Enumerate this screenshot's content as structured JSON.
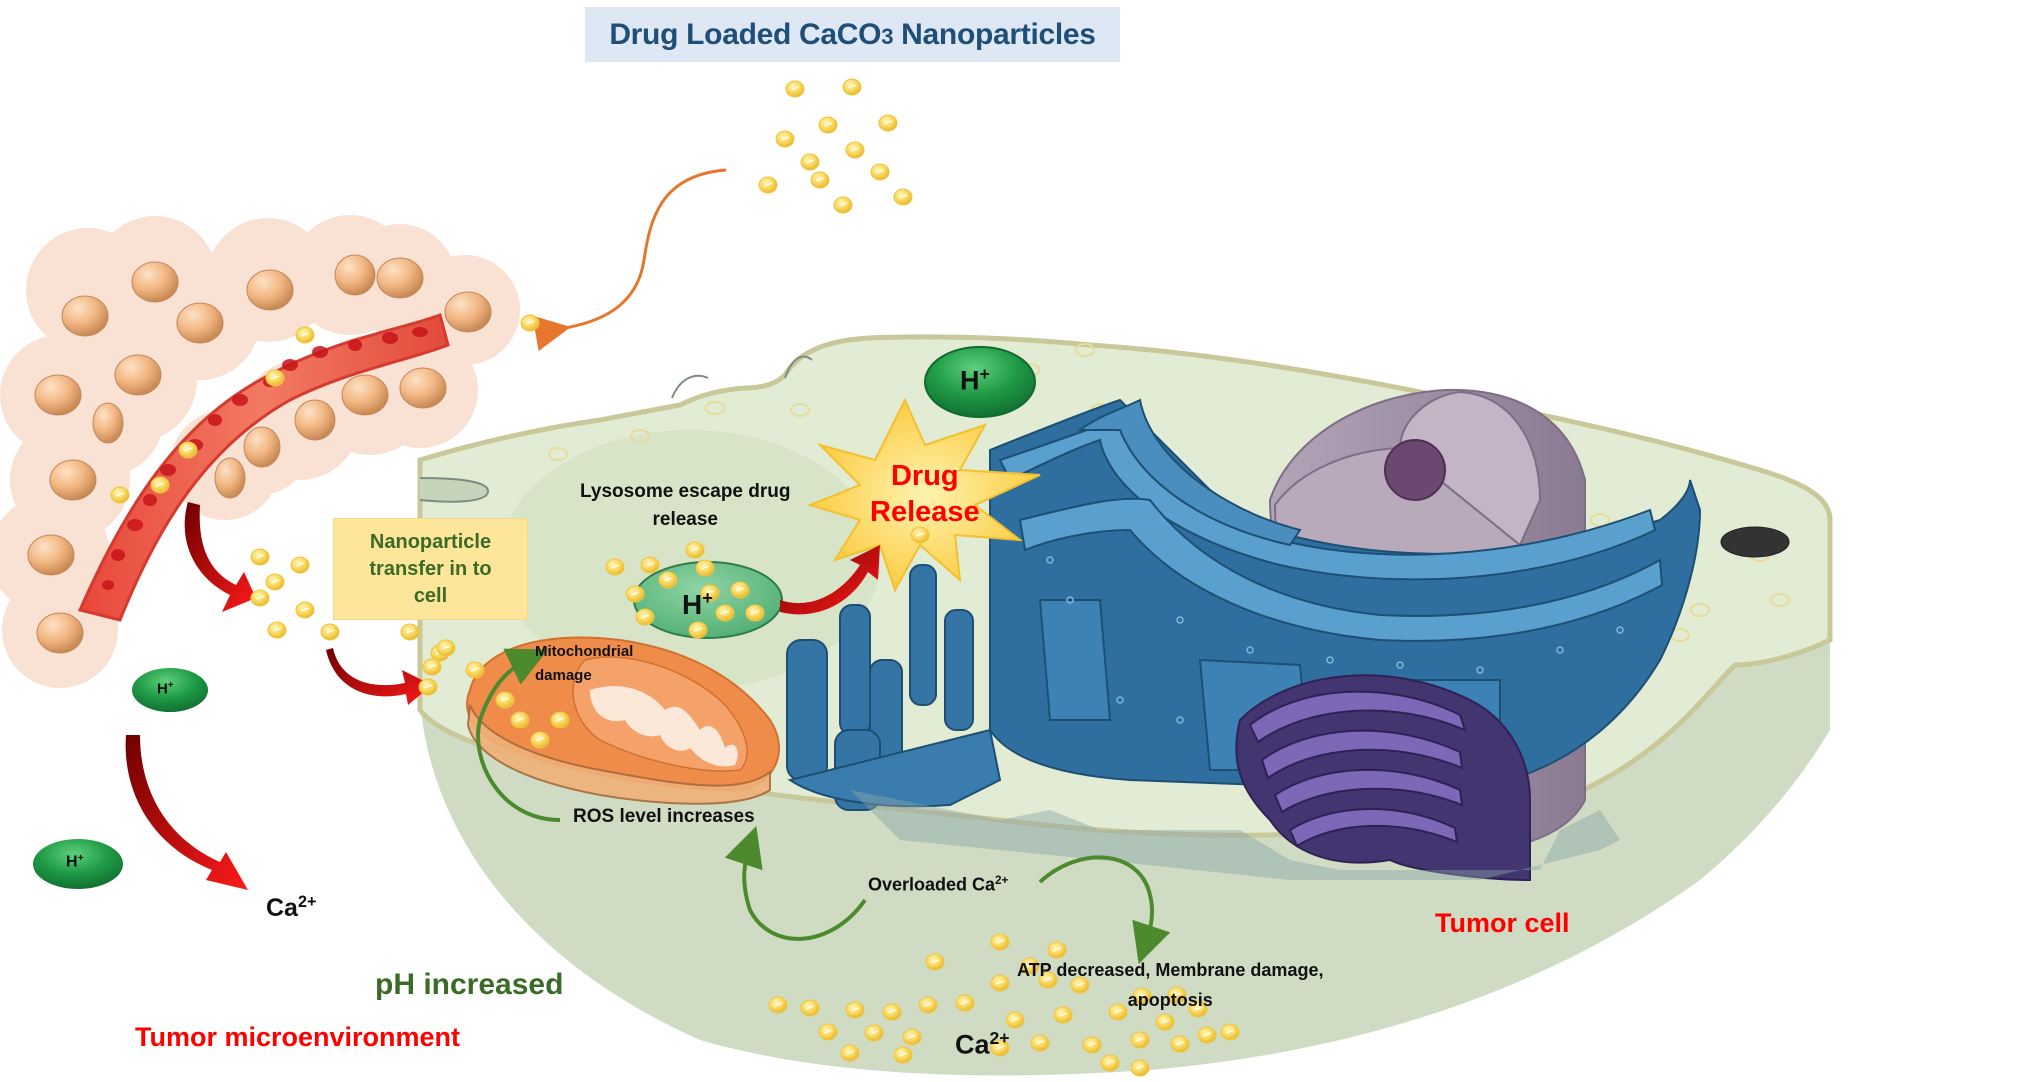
{
  "title": {
    "prefix": "Drug Loaded CaCO",
    "subscript": "3",
    "suffix": " Nanoparticles"
  },
  "labels": {
    "nanoparticle_transfer": "Nanoparticle\ntransfer in to\ncell",
    "lysosome_escape_line1": "Lysosome escape drug",
    "lysosome_escape_line2": "release",
    "drug_release_line1": "Drug",
    "drug_release_line2": "Release",
    "mito_damage_line1": "Mitochondrial",
    "mito_damage_line2": "damage",
    "ros_level": "ROS level increases",
    "overloaded_ca_base": "Overloaded Ca",
    "overloaded_ca_sup": "2+",
    "atp_line1": "ATP decreased, Membrane damage,",
    "atp_line2": "apoptosis",
    "ca_bottom_base": "Ca",
    "ca_bottom_sup": "2+",
    "ca_left_base": "Ca",
    "ca_left_sup": "2+",
    "ph_increased": "pH increased",
    "tumor_microenvironment": "Tumor microenvironment",
    "tumor_cell": "Tumor cell",
    "h_plus_base": "H",
    "h_plus_sup": "+"
  },
  "colors": {
    "title_bg": "#dde8f4",
    "title_text": "#1f4e79",
    "nanoparticle": "#f8d65a",
    "h_ion_green": "#1f9a45",
    "red_label": "#ff0000",
    "green_label": "#3b6b26",
    "cell_fill": "#dfe8cf",
    "er_blue": "#3a7cad",
    "golgi_purple": "#5b4a9a",
    "nucleus": "#a89ab0",
    "mito_orange": "#f08c4a"
  }
}
